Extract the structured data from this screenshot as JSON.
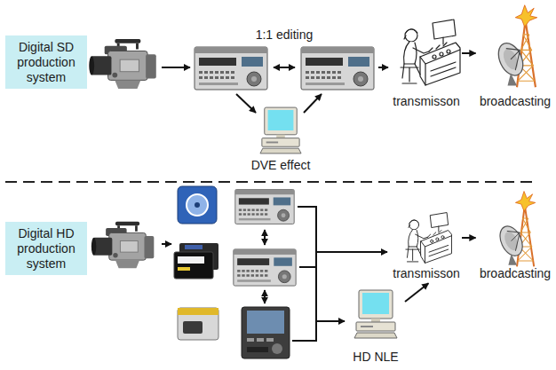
{
  "diagram": {
    "nodes": [
      {
        "text": [
          "Digital SD production system"
        ]
      },
      {
        "text": [
          "transmisson"
        ]
      },
      {
        "text": [
          "broadcasting"
        ]
      },
      {
        "text": [
          "DVE effect"
        ]
      },
      {
        "text": [
          "Digital HD production system"
        ]
      },
      {
        "text": [
          "transmisson"
        ]
      },
      {
        "text": [
          "broadcasting"
        ]
      },
      {
        "text": [
          "HD NLE"
        ]
      }
    ],
    "edges": [
      {
        "from": 1,
        "to": 2,
        "arrow": "to"
      },
      {
        "from": 5,
        "to": 6,
        "arrow": "to"
      },
      {
        "from": 7,
        "to": 5,
        "arrow": "to"
      }
    ],
    "labels": [
      "1:1 editing"
    ]
  }
}
